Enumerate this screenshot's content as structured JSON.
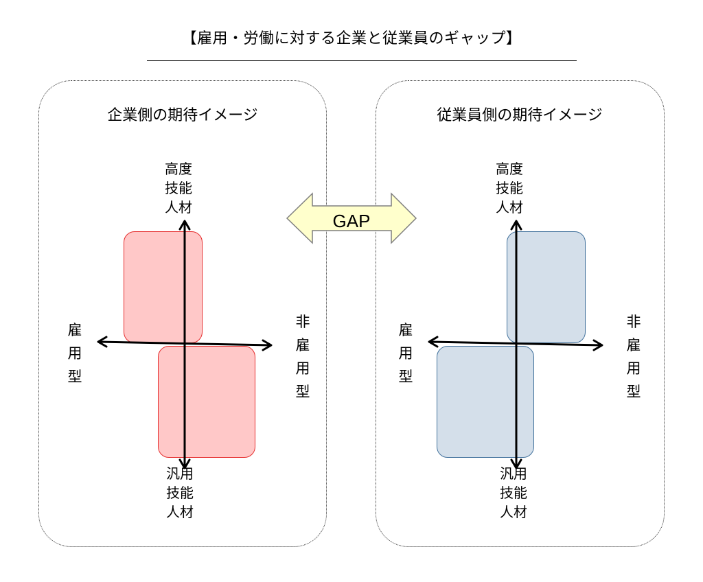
{
  "title": "【雇用・労働に対する企業と従業員のギャップ】",
  "left_panel": {
    "heading": "企業側の期待イメージ",
    "top_label": "高度\n技能\n人材",
    "bottom_label": "汎用\n技能\n人材",
    "left_label": "雇\n用\n型",
    "right_label": "非\n雇\n用\n型",
    "fill_color": "#ffc8c8",
    "border_color": "#e52c2c"
  },
  "right_panel": {
    "heading": "従業員側の期待イメージ",
    "top_label": "高度\n技能\n人材",
    "bottom_label": "汎用\n技能\n人材",
    "left_label": "雇\n用\n型",
    "right_label": "非\n雇\n用\n型",
    "fill_color": "#d4dfea",
    "border_color": "#41719c"
  },
  "gap": {
    "label": "GAP",
    "fill_color": "#ffffcc"
  }
}
